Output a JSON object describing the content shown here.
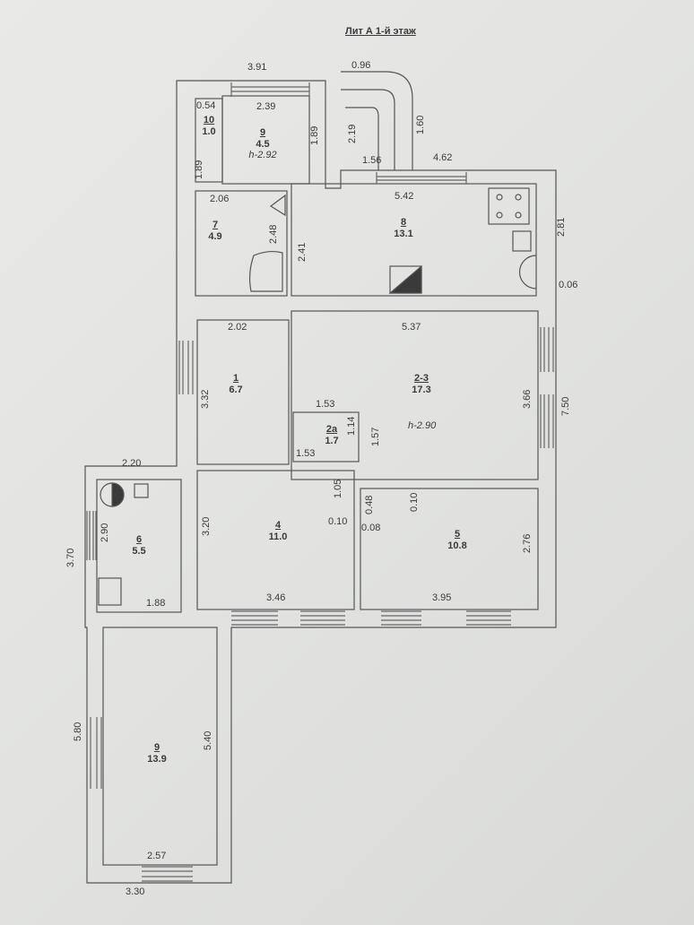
{
  "title": "Лит А 1-й этаж",
  "rooms": [
    {
      "id": "10",
      "area": "1.0"
    },
    {
      "id": "9",
      "area": "4.5",
      "height": "h-2.92"
    },
    {
      "id": "7",
      "area": "4.9"
    },
    {
      "id": "8",
      "area": "13.1"
    },
    {
      "id": "1",
      "area": "6.7"
    },
    {
      "id": "2-3",
      "area": "17.3",
      "height": "h-2.90"
    },
    {
      "id": "2а",
      "area": "1.7"
    },
    {
      "id": "4",
      "area": "11.0"
    },
    {
      "id": "5",
      "area": "10.8"
    },
    {
      "id": "6",
      "area": "5.5"
    },
    {
      "id": "9",
      "area": "13.9"
    }
  ],
  "dimensions": {
    "d391": "3.91",
    "d096": "0.96",
    "d054": "0.54",
    "d239": "2.39",
    "d189a": "1.89",
    "d219": "2.19",
    "d160": "1.60",
    "d189b": "1.89",
    "d156": "1.56",
    "d462": "4.62",
    "d206": "2.06",
    "d248": "2.48",
    "d241": "2.41",
    "d542": "5.42",
    "d281": "2.81",
    "d006": "0.06",
    "d202": "2.02",
    "d537": "5.37",
    "d332": "3.32",
    "d153a": "1.53",
    "d114": "1.14",
    "d153b": "1.53",
    "d157": "1.57",
    "d366": "3.66",
    "d750": "7.50",
    "d220": "2.20",
    "d290": "2.90",
    "d370": "3.70",
    "d105": "1.05",
    "d048": "0.48",
    "d010a": "0.10",
    "d010b": "0.10",
    "d008": "0.08",
    "d320": "3.20",
    "d276": "2.76",
    "d188": "1.88",
    "d346": "3.46",
    "d395": "3.95",
    "d580": "5.80",
    "d540": "5.40",
    "d257": "2.57",
    "d330": "3.30"
  }
}
